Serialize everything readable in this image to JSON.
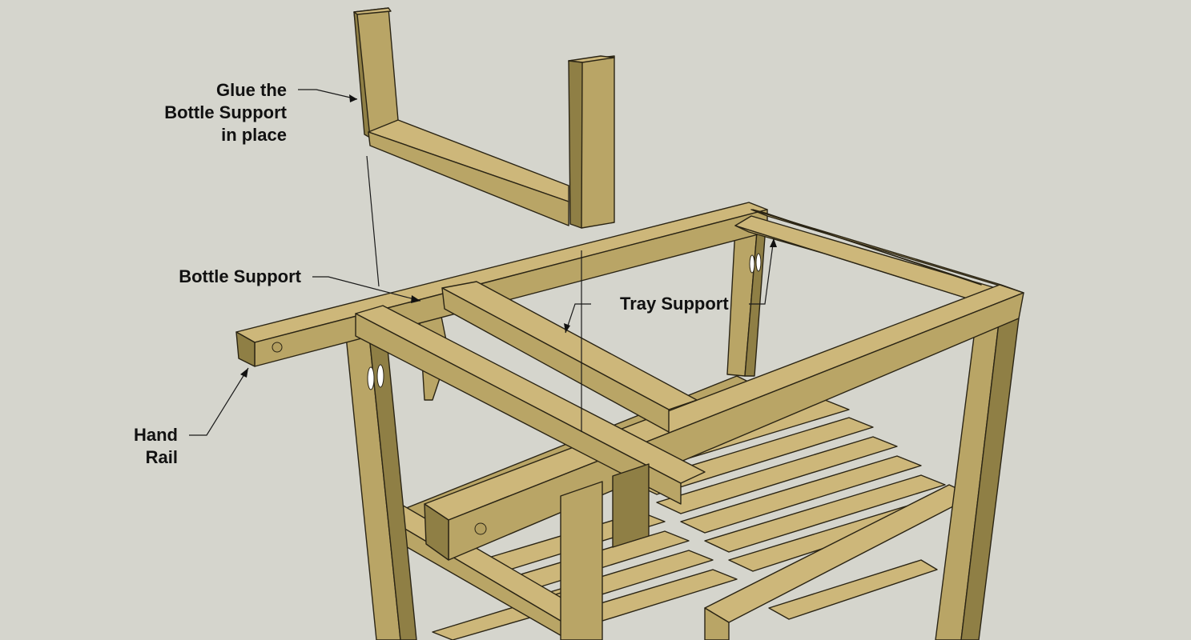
{
  "labels": {
    "glue_line1": "Glue the",
    "glue_line2": "Bottle Support",
    "glue_line3": "in place",
    "bottle_support": "Bottle Support",
    "tray_support": "Tray Support",
    "hand_line1": "Hand",
    "hand_line2": "Rail"
  },
  "colors": {
    "background": "#d5d5cd",
    "wood_light": "#cdb77a",
    "wood_mid": "#b9a566",
    "wood_dark": "#8f7f45",
    "outline": "#2a2414"
  }
}
